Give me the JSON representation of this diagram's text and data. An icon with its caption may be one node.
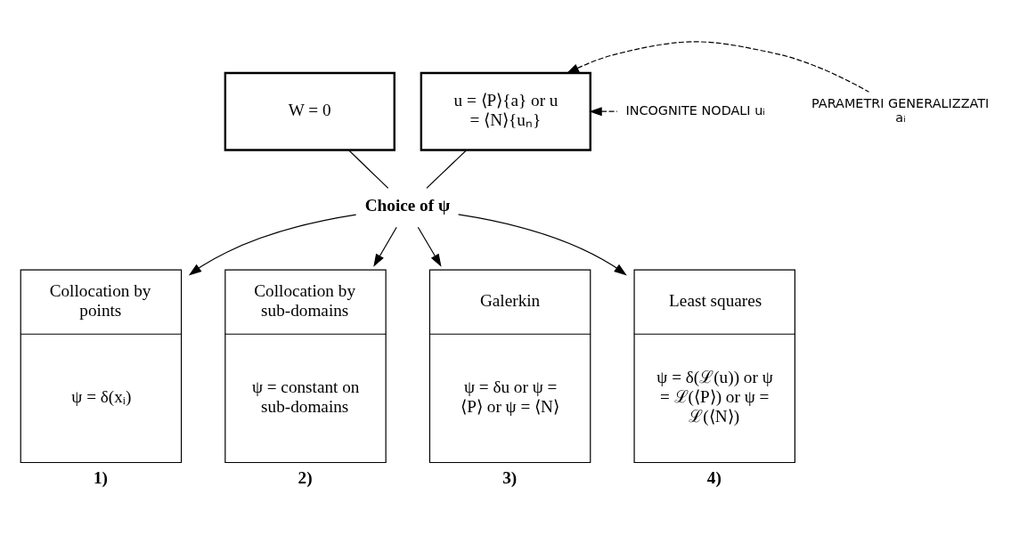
{
  "diagram": {
    "nodes": [
      {
        "text": [
          "W = 0"
        ]
      },
      {
        "text": [
          "u = ⟨P⟩{a} or u = ⟨N⟩{uₙ}"
        ]
      },
      {
        "text": [
          "PARAMETRI GENERALIZZATI aᵢ"
        ]
      },
      {
        "text": [
          "INCOGNITE NODALI uᵢ"
        ]
      },
      {
        "text": [
          "Choice of ψ"
        ]
      },
      {
        "text": [
          "Collocation by points",
          "ψ = δ(xᵢ)"
        ],
        "beside": [
          "1)"
        ]
      },
      {
        "text": [
          "Collocation by sub-domains",
          "ψ = constant on sub-domains"
        ],
        "beside": [
          "2)"
        ]
      },
      {
        "text": [
          "Galerkin",
          "ψ = δu or ψ = ⟨P⟩ or ψ = ⟨N⟩"
        ],
        "beside": [
          "3)"
        ]
      },
      {
        "text": [
          "Least squares",
          "ψ = δ(ℒ(u)) or ψ = ℒ(⟨P⟩) or ψ = ℒ(⟨N⟩)"
        ],
        "beside": [
          "4)"
        ]
      }
    ],
    "edges": [
      {
        "from": 2,
        "to": 1,
        "arrow": "to",
        "style": "dashed"
      },
      {
        "from": 3,
        "to": 1,
        "arrow": "to",
        "style": "dashed"
      },
      {
        "from": 0,
        "to": 4,
        "arrow": "none"
      },
      {
        "from": 1,
        "to": 4,
        "arrow": "none"
      },
      {
        "from": 4,
        "to": 5,
        "arrow": "to"
      },
      {
        "from": 4,
        "to": 6,
        "arrow": "to"
      },
      {
        "from": 4,
        "to": 7,
        "arrow": "to"
      },
      {
        "from": 4,
        "to": 8,
        "arrow": "to"
      }
    ]
  }
}
